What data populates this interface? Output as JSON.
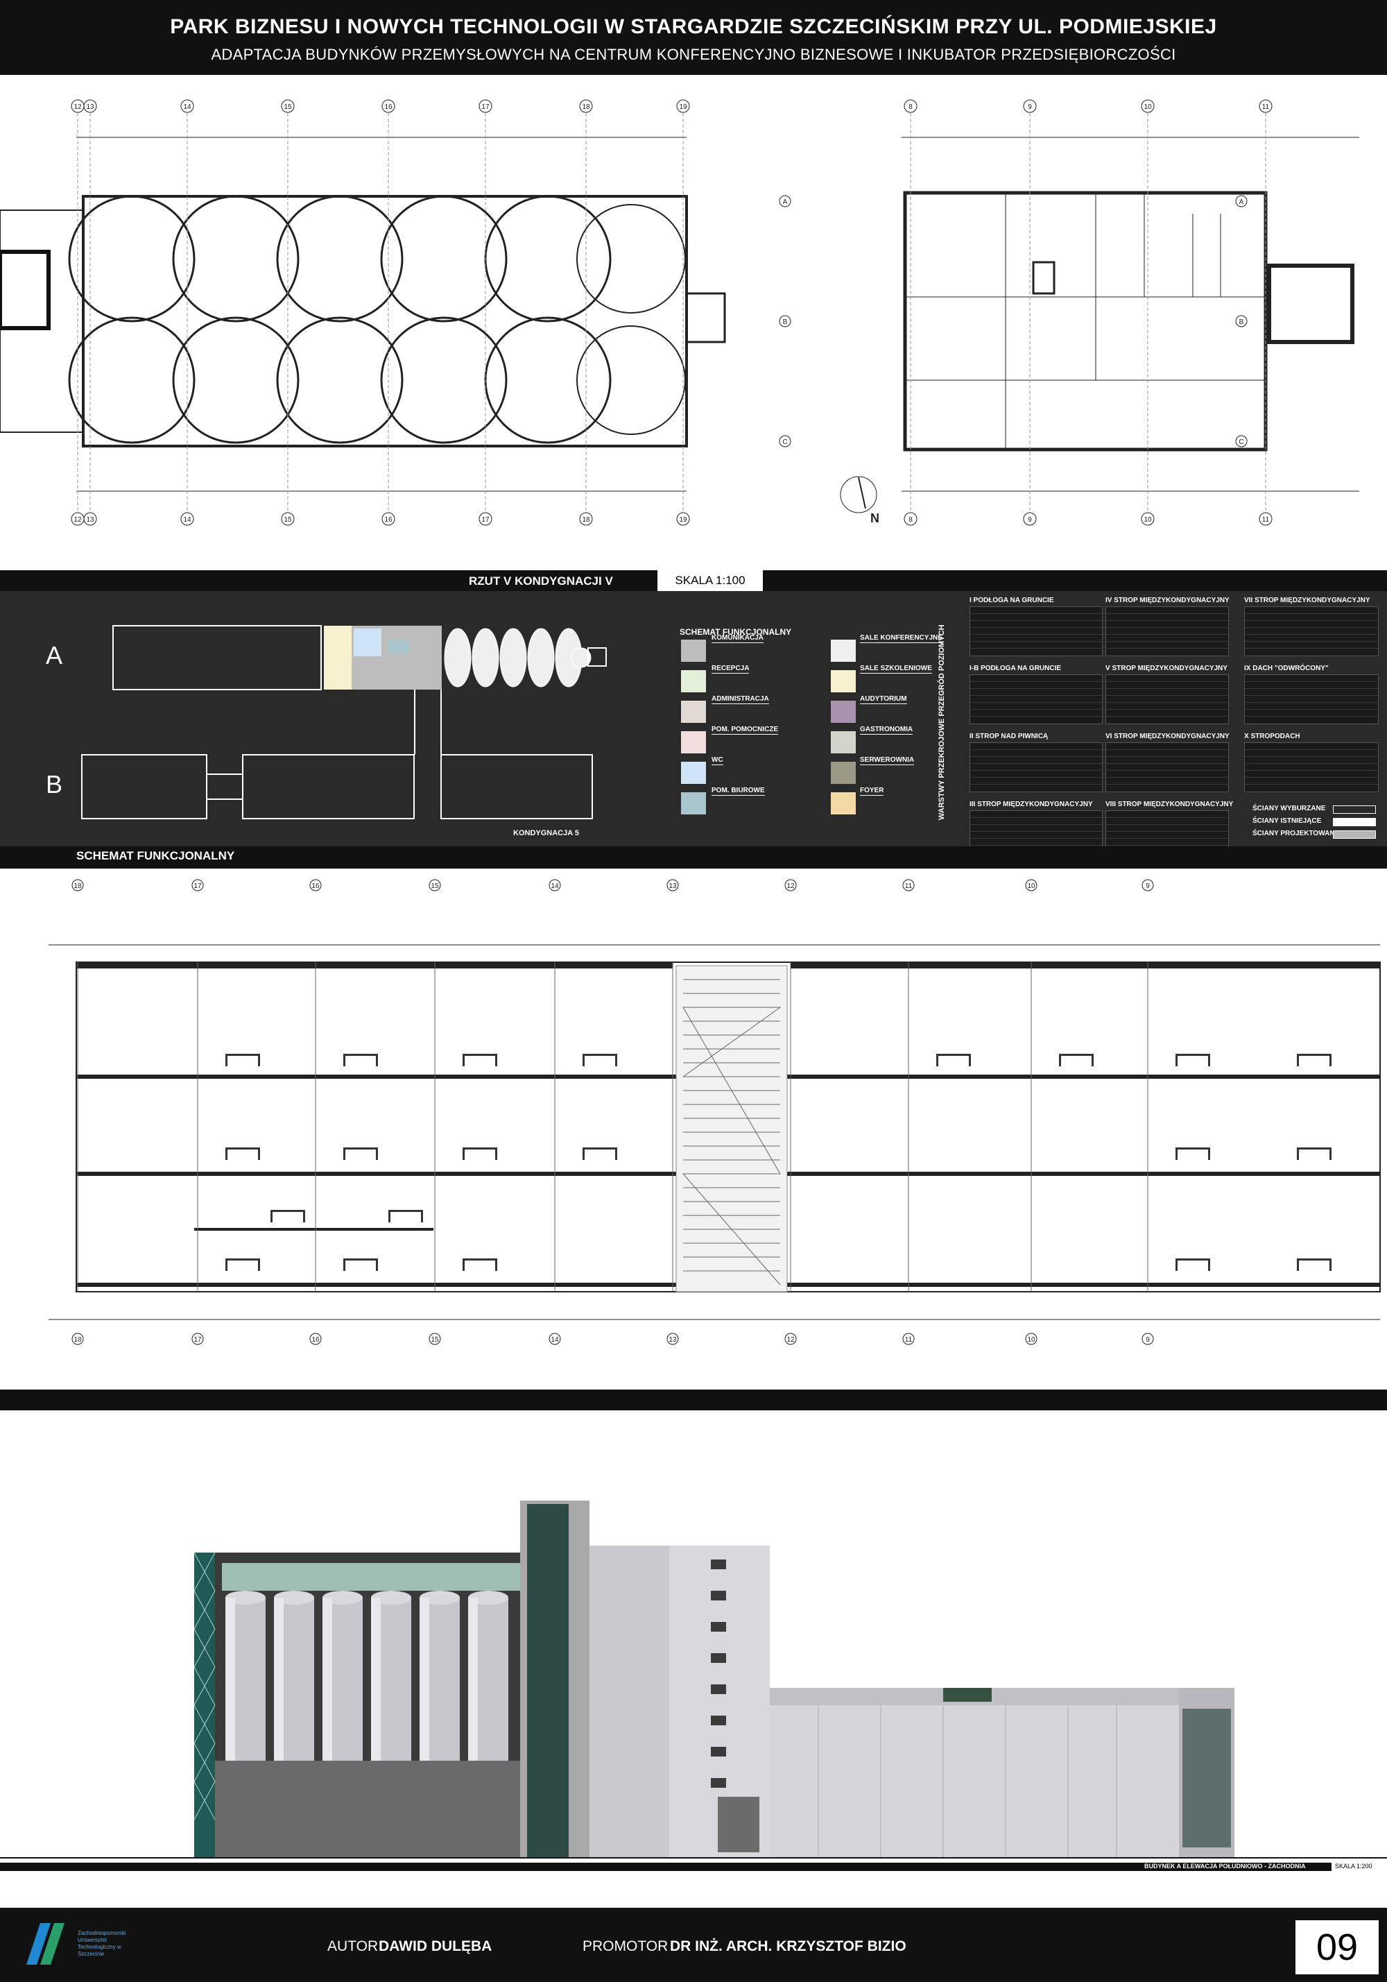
{
  "header": {
    "title": "PARK BIZNESU I NOWYCH TECHNOLOGII W STARGARDZIE SZCZECIŃSKIM PRZY UL. PODMIEJSKIEJ",
    "subtitle": "ADAPTACJA BUDYNKÓW PRZEMYSŁOWYCH NA CENTRUM KONFERENCYJNO BIZNESOWE I INKUBATOR PRZEDSIĘBIORCZOŚCI"
  },
  "plan": {
    "label": "RZUT V KONDYGNACJI  V",
    "scale": "SKALA 1:100",
    "axes_left": [
      "12",
      "13",
      "14",
      "15",
      "16",
      "17",
      "18",
      "19"
    ],
    "axes_right": [
      "8",
      "9",
      "10",
      "11"
    ],
    "rows": [
      "A",
      "B",
      "C"
    ]
  },
  "scheme": {
    "building_a": "A",
    "building_b": "B",
    "level_label": "KONDYGNACJA  5",
    "caption": "SCHEMAT FUNKCJONALNY",
    "legend_title": "SCHEMAT FUNKCJONALNY",
    "legend_left": [
      {
        "label": "KOMUNIKACJA",
        "color": "#bdbdbd"
      },
      {
        "label": "RECEPCJA",
        "color": "#e3efd9"
      },
      {
        "label": "ADMINISTRACJA",
        "color": "#e0d9d4"
      },
      {
        "label": "POM. POMOCNICZE",
        "color": "#f2dede"
      },
      {
        "label": "WC",
        "color": "#cfe4f7"
      },
      {
        "label": "POM. BIUROWE",
        "color": "#a9c6cf"
      }
    ],
    "legend_right": [
      {
        "label": "SALE KONFERENCYJNE",
        "color": "#efefef"
      },
      {
        "label": "SALE SZKOLENIOWE",
        "color": "#f7f1cf"
      },
      {
        "label": "AUDYTORIUM",
        "color": "#a892b0"
      },
      {
        "label": "GASTRONOMIA",
        "color": "#cfd5c8"
      },
      {
        "label": "SERWEROWNIA",
        "color": "#9c9a86"
      },
      {
        "label": "FOYER",
        "color": "#f3d9a6"
      }
    ],
    "layers_vertical": "WARSTWY PRZEKROJOWE  PRZEGRÓD POZIOMYCH",
    "tables_col1": [
      "I  PODŁOGA NA GRUNCIE",
      "I-B  PODŁOGA NA GRUNCIE",
      "II  STROP NAD PIWNICĄ",
      "III  STROP MIĘDZYKONDYGNACYJNY"
    ],
    "tables_col2": [
      "IV  STROP MIĘDZYKONDYGNACYJNY",
      "V  STROP MIĘDZYKONDYGNACYJNY",
      "VI  STROP MIĘDZYKONDYGNACYJNY",
      "VIII  STROP MIĘDZYKONDYGNACYJNY"
    ],
    "tables_col3": [
      "VII  STROP MIĘDZYKONDYGNACYJNY",
      "IX  DACH \"ODWRÓCONY\"",
      "X  STROPODACH"
    ],
    "walls": [
      "ŚCIANY WYBURZANE",
      "ŚCIANY ISTNIEJĄCE",
      "ŚCIANY PROJEKTOWANE"
    ]
  },
  "section": {
    "axes": [
      "18",
      "17",
      "16",
      "15",
      "14",
      "13",
      "12",
      "11",
      "10",
      "9"
    ]
  },
  "elevation": {
    "label": "BUDYNEK A  ELEWACJA POŁUDNIOWO - ZACHODNIA",
    "scale": "SKALA 1:200"
  },
  "footer": {
    "logo_text": "Zachodniopomorski Uniwersytet Technologiczny w Szczecinie",
    "author_prefix": "AUTOR",
    "author_name": "DAWID DULĘBA",
    "promotor_prefix": "PROMOTOR",
    "promotor_name": "DR INŻ. ARCH. KRZYSZTOF BIZIO",
    "page": "09"
  }
}
